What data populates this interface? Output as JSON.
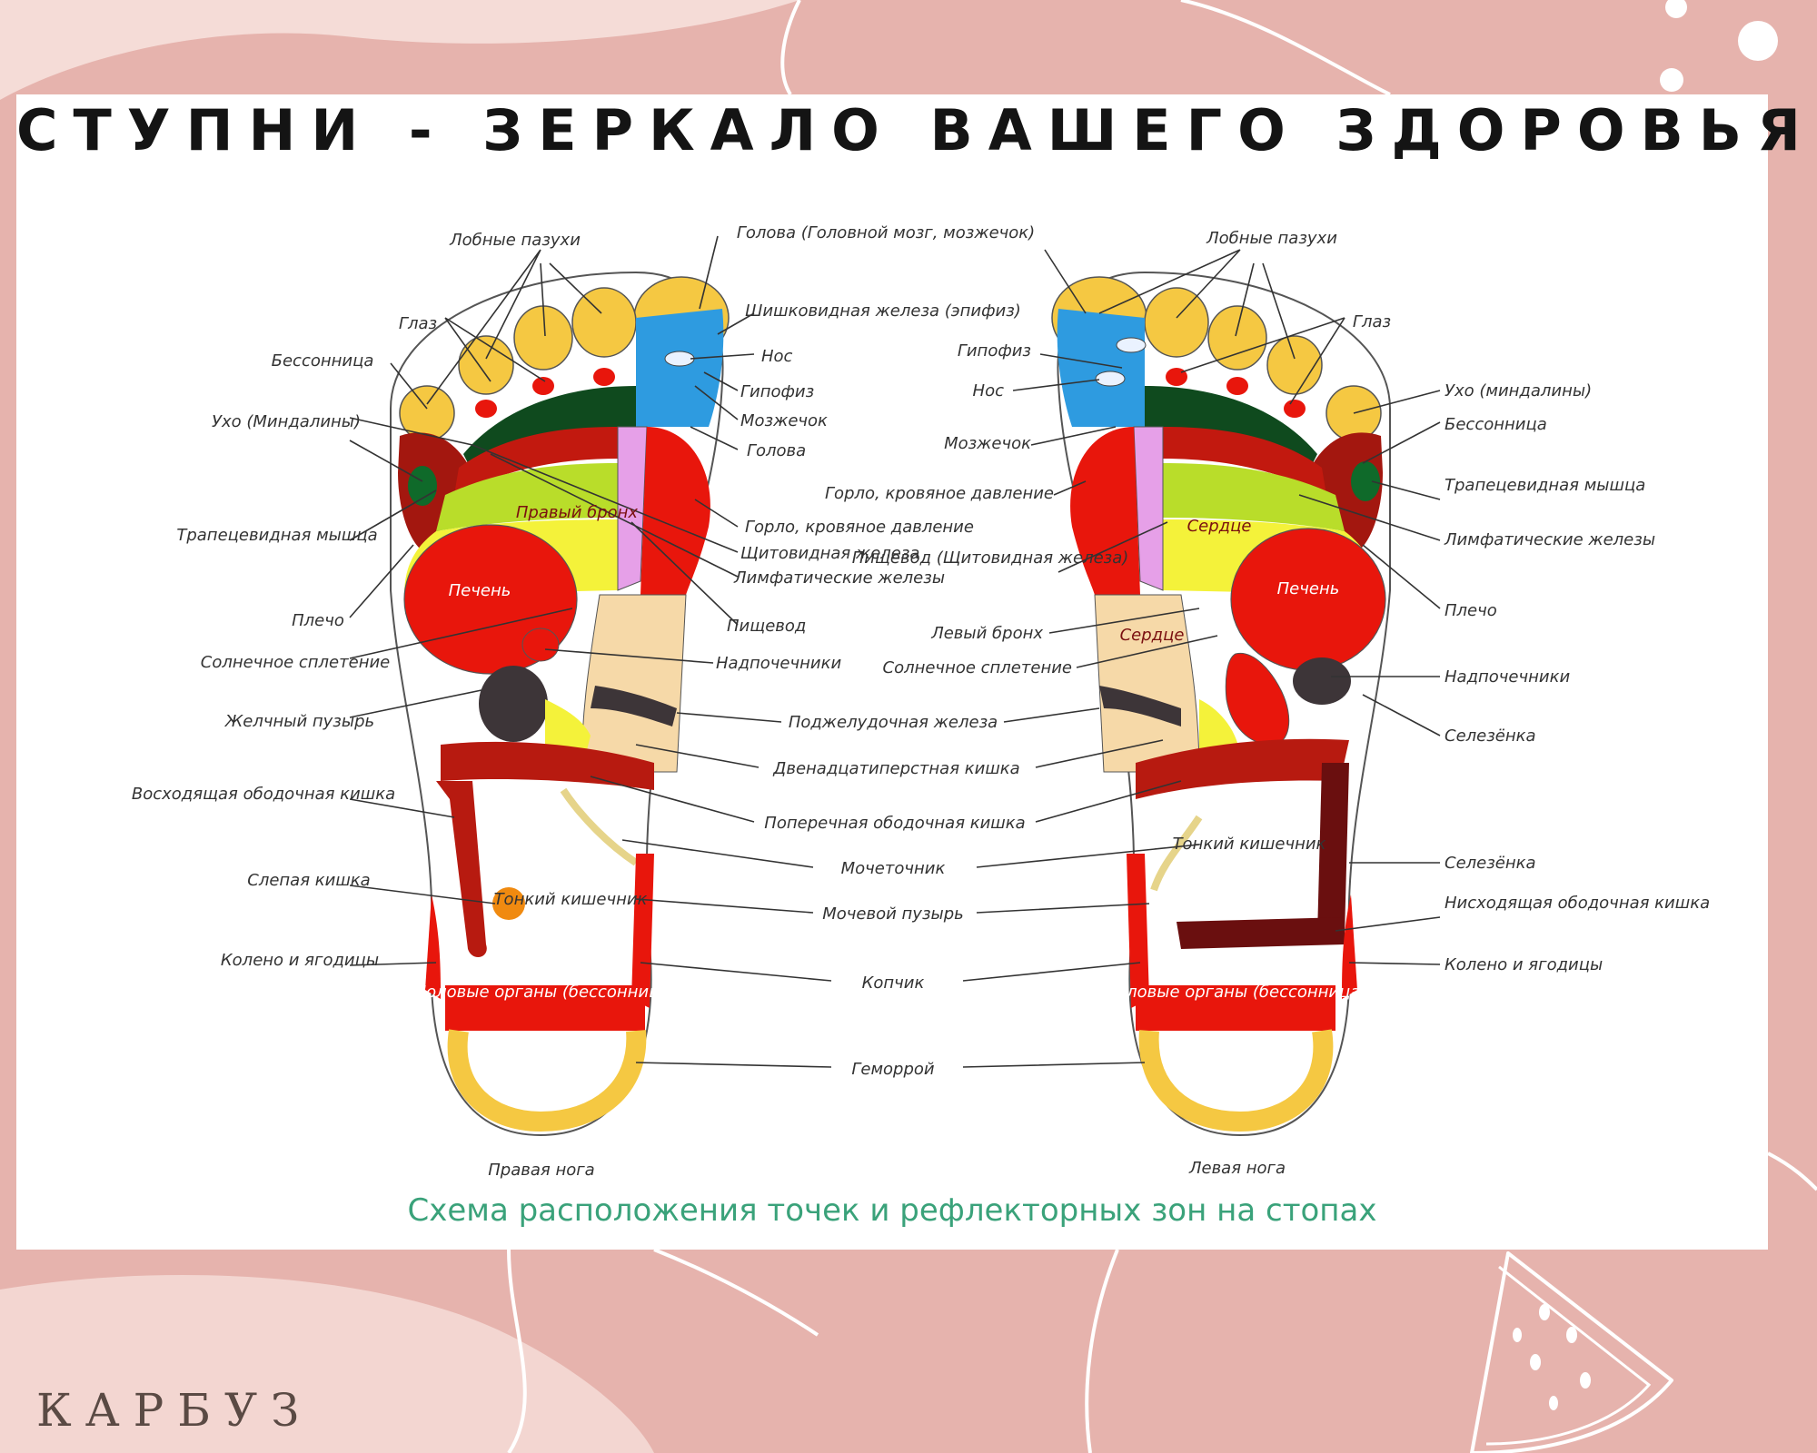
{
  "title": "СТУПНИ - ЗЕРКАЛО ВАШЕГО ЗДОРОВЬЯ",
  "caption": "Схема расположения точек и рефлекторных зон на стопах",
  "brand": "КАРБУЗ",
  "colors": {
    "accent_green": "#3aa27a",
    "page_background": "#e6b3ad",
    "zone_yellow": "#f5c842",
    "zone_blue": "#2e9be0",
    "zone_red": "#e8160c",
    "zone_dark_red": "#a3170f",
    "zone_dark_green": "#0f4a1e",
    "zone_light_green": "#b9dd2a",
    "zone_light_yellow": "#f4f23a",
    "zone_beige": "#f6d9a8",
    "zone_pink": "#e6a0e8",
    "zone_dark_gray": "#3d3538"
  },
  "feet": {
    "right": {
      "caption": "Правая нога",
      "zone_labels": {
        "bronchus": "Правый бронх",
        "liver": "Печень",
        "small_intestine": "Тонкий кишечник",
        "genitals": "Половые органы (бессонница)"
      }
    },
    "left": {
      "caption": "Левая нога",
      "zone_labels": {
        "heart_top": "Сердце",
        "heart_lower": "Сердце",
        "liver": "Печень",
        "small_intestine": "Тонкий кишечник",
        "genitals": "Половые органы (бессонница)"
      }
    }
  },
  "labels": {
    "right_outer": [
      "Лобные пазухи",
      "Глаз",
      "Бессонница",
      "Ухо (Миндалины)",
      "Трапецевидная мышца",
      "Плечо",
      "Солнечное сплетение",
      "Желчный пузырь",
      "Восходящая ободочная кишка",
      "Слепая кишка",
      "Колено и ягодицы"
    ],
    "right_inner": [
      "Голова (Головной мозг, мозжечок)",
      "Шишковидная железа (эпифиз)",
      "Нос",
      "Гипофиз",
      "Мозжечок",
      "Голова",
      "Горло, кровяное давление",
      "Щитовидная железа",
      "Лимфатические железы",
      "Пищевод",
      "Надпочечники"
    ],
    "center": [
      "Поджелудочная железа",
      "Двенадцатиперстная кишка",
      "Поперечная ободочная кишка",
      "Мочеточник",
      "Мочевой пузырь",
      "Копчик",
      "Геморрой"
    ],
    "left_inner": [
      "Гипофиз",
      "Нос",
      "Мозжечок",
      "Горло, кровяное давление",
      "Пищевод (Щитовидная железа)",
      "Левый бронх",
      "Солнечное сплетение"
    ],
    "left_outer": [
      "Лобные пазухи",
      "Глаз",
      "Ухо (миндалины)",
      "Бессонница",
      "Трапецевидная мышца",
      "Лимфатические железы",
      "Плечо",
      "Надпочечники",
      "Селезёнка",
      "Селезёнка",
      "Нисходящая ободочная кишка",
      "Колено и ягодицы"
    ]
  }
}
